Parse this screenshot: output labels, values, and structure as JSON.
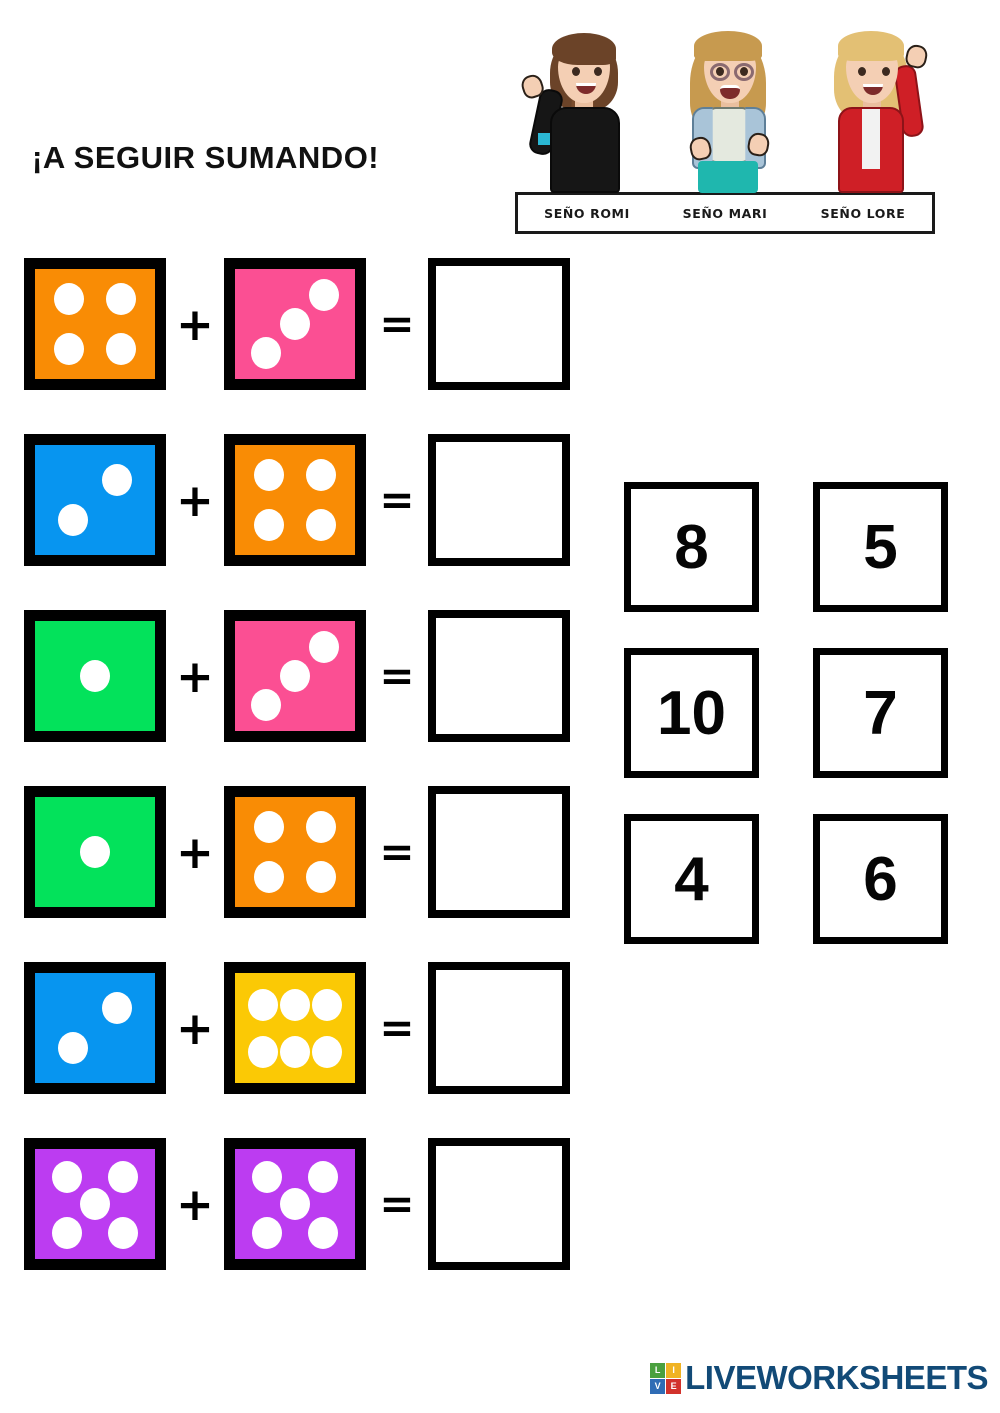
{
  "worksheet": {
    "title": "¡A SEGUIR SUMANDO!",
    "language": "es"
  },
  "header": {
    "teachers": [
      {
        "name": "SEÑO ROMI",
        "hair": "brown",
        "outfit": "#161616",
        "pose": "waving-left-hand"
      },
      {
        "name": "SEÑO MARI",
        "hair": "dark-blonde",
        "outfit": "#a9c4d8",
        "pose": "thumbs-up",
        "glasses": true
      },
      {
        "name": "SEÑO LORE",
        "hair": "blonde",
        "outfit": "#cf1f26",
        "pose": "waving-right-hand"
      }
    ]
  },
  "colors": {
    "orange": "#F98C05",
    "pink": "#FB4F93",
    "blue": "#0795F0",
    "green": "#03E25B",
    "yellow": "#FBC905",
    "purple": "#BC3CF1",
    "outline": "#000000",
    "pip": "#FFFFFF",
    "logo_blue": "#124a77"
  },
  "equations": [
    {
      "index": 1,
      "left_die": {
        "color_key": "orange",
        "pips": 4
      },
      "operator": "+",
      "right_die": {
        "color_key": "pink",
        "pips": 3
      },
      "equals": "=",
      "answer_value": "",
      "answer_placeholder": ""
    },
    {
      "index": 2,
      "left_die": {
        "color_key": "blue",
        "pips": 2
      },
      "operator": "+",
      "right_die": {
        "color_key": "orange",
        "pips": 4
      },
      "equals": "=",
      "answer_value": "",
      "answer_placeholder": ""
    },
    {
      "index": 3,
      "left_die": {
        "color_key": "green",
        "pips": 1
      },
      "operator": "+",
      "right_die": {
        "color_key": "pink",
        "pips": 3
      },
      "equals": "=",
      "answer_value": "",
      "answer_placeholder": ""
    },
    {
      "index": 4,
      "left_die": {
        "color_key": "green",
        "pips": 1
      },
      "operator": "+",
      "right_die": {
        "color_key": "orange",
        "pips": 4
      },
      "equals": "=",
      "answer_value": "",
      "answer_placeholder": ""
    },
    {
      "index": 5,
      "left_die": {
        "color_key": "blue",
        "pips": 2
      },
      "operator": "+",
      "right_die": {
        "color_key": "yellow",
        "pips": 6
      },
      "equals": "=",
      "answer_value": "",
      "answer_placeholder": ""
    },
    {
      "index": 6,
      "left_die": {
        "color_key": "purple",
        "pips": 5
      },
      "operator": "+",
      "right_die": {
        "color_key": "purple",
        "pips": 5
      },
      "equals": "=",
      "answer_value": "",
      "answer_placeholder": ""
    }
  ],
  "answer_bank": {
    "rows": [
      [
        "8",
        "5"
      ],
      [
        "10",
        "7"
      ],
      [
        "4",
        "6"
      ]
    ]
  },
  "footer": {
    "logo_tiles": [
      "L",
      "I",
      "V",
      "E"
    ],
    "logo_tile_colors": [
      "#4aa03e",
      "#f0b323",
      "#2f6cb5",
      "#d2322c"
    ],
    "logo_text": "LIVEWORKSHEETS"
  }
}
